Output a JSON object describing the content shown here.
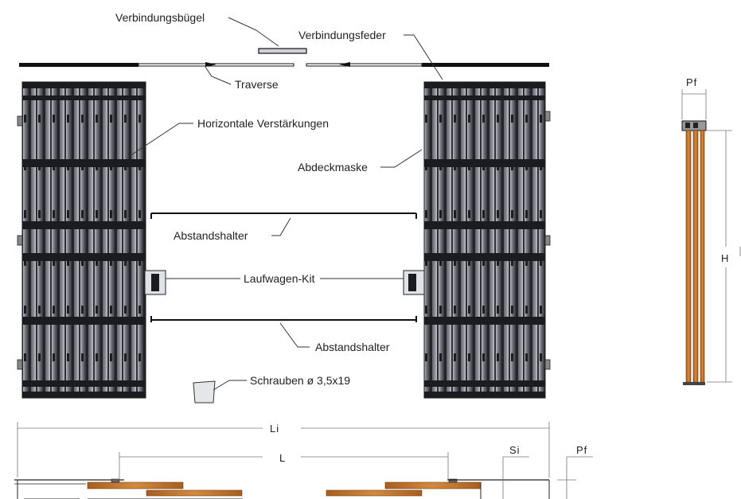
{
  "labels": {
    "verbindungsbuegel": "Verbindungsbügel",
    "verbindungsfeder": "Verbindungsfeder",
    "traverse": "Traverse",
    "horizontale": "Horizontale Verstärkungen",
    "abdeckmaske": "Abdeckmaske",
    "abstandshalter_top": "Abstandshalter",
    "laufwagen": "Laufwagen-Kit",
    "abstandshalter_bottom": "Abstandshalter",
    "schrauben": "Schrauben ø 3,5x19"
  },
  "dimensions": {
    "li": "Li",
    "l": "L",
    "si": "Si",
    "pf_bottom": "Pf",
    "pf_side": "Pf",
    "h": "H"
  },
  "colors": {
    "panel_dark": "#2a2c30",
    "panel_mid": "#6b6f76",
    "panel_light": "#c9ccd1",
    "wood": "#c8792f",
    "line": "#333333"
  }
}
